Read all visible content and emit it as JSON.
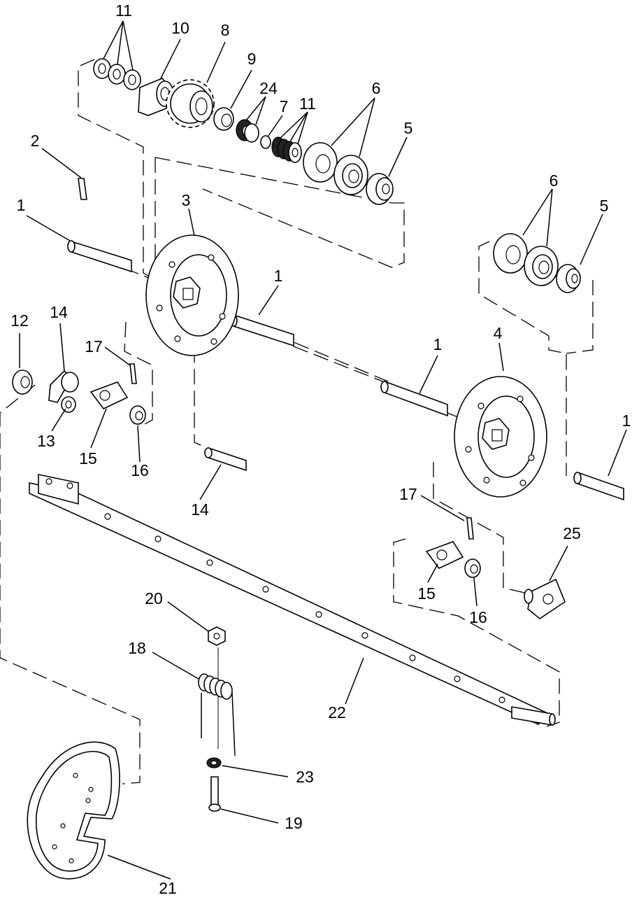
{
  "diagram": {
    "callouts": [
      {
        "id": "c11a",
        "label": "11"
      },
      {
        "id": "c10",
        "label": "10"
      },
      {
        "id": "c8",
        "label": "8"
      },
      {
        "id": "c9",
        "label": "9"
      },
      {
        "id": "c24",
        "label": "24"
      },
      {
        "id": "c7",
        "label": "7"
      },
      {
        "id": "c11b",
        "label": "11"
      },
      {
        "id": "c6a",
        "label": "6"
      },
      {
        "id": "c5a",
        "label": "5"
      },
      {
        "id": "c2",
        "label": "2"
      },
      {
        "id": "c1a",
        "label": "1"
      },
      {
        "id": "c3",
        "label": "3"
      },
      {
        "id": "c6b",
        "label": "6"
      },
      {
        "id": "c5b",
        "label": "5"
      },
      {
        "id": "c1b",
        "label": "1"
      },
      {
        "id": "c1c",
        "label": "1"
      },
      {
        "id": "c4",
        "label": "4"
      },
      {
        "id": "c1d",
        "label": "1"
      },
      {
        "id": "c12",
        "label": "12"
      },
      {
        "id": "c14a",
        "label": "14"
      },
      {
        "id": "c17a",
        "label": "17"
      },
      {
        "id": "c13",
        "label": "13"
      },
      {
        "id": "c15a",
        "label": "15"
      },
      {
        "id": "c16a",
        "label": "16"
      },
      {
        "id": "c14b",
        "label": "14"
      },
      {
        "id": "c17b",
        "label": "17"
      },
      {
        "id": "c25",
        "label": "25"
      },
      {
        "id": "c15b",
        "label": "15"
      },
      {
        "id": "c16b",
        "label": "16"
      },
      {
        "id": "c20",
        "label": "20"
      },
      {
        "id": "c18",
        "label": "18"
      },
      {
        "id": "c22",
        "label": "22"
      },
      {
        "id": "c23",
        "label": "23"
      },
      {
        "id": "c19",
        "label": "19"
      },
      {
        "id": "c21",
        "label": "21"
      }
    ]
  }
}
